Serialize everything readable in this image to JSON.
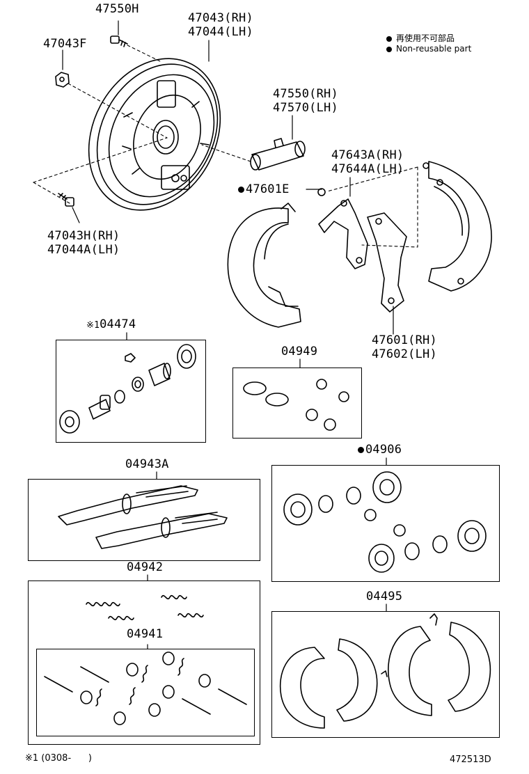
{
  "labels": {
    "p47550H": "47550H",
    "p47043F": "47043F",
    "p47043_rh": "47043(RH)",
    "p47044_lh": "47044(LH)",
    "p47550_rh": "47550(RH)",
    "p47570_lh": "47570(LH)",
    "p47643A_rh": "47643A(RH)",
    "p47644A_lh": "47644A(LH)",
    "p47601E": "47601E",
    "p47043H_rh": "47043H(RH)",
    "p47044A_lh": "47044A(LH)",
    "p47601_rh": "47601(RH)",
    "p47602_lh": "47602(LH)",
    "p04474": "04474",
    "p04474_mark": "※1",
    "p04949": "04949",
    "p04906": "04906",
    "p04943A": "04943A",
    "p04942": "04942",
    "p04941": "04941",
    "p04495": "04495"
  },
  "legend": {
    "line_jp": "再使用不可部品",
    "line_en": "Non-reusable part"
  },
  "footer": {
    "note": "※1 (0308-      )",
    "diagram_id": "472513D"
  }
}
